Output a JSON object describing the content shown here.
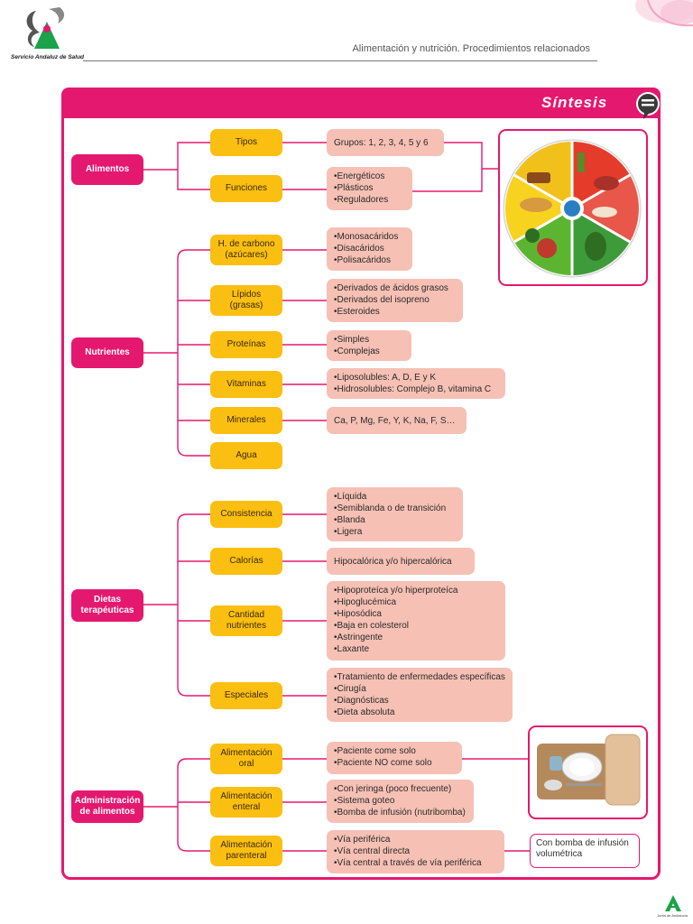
{
  "header": {
    "org_name": "Servicio Andaluz de Salud",
    "doc_title": "Alimentación y nutrición. Procedimientos relacionados"
  },
  "section_title": "Síntesis",
  "categories": {
    "alimentos": "Alimentos",
    "nutrientes": "Nutrientes",
    "dietas": [
      "Dietas",
      "terapéuticas"
    ],
    "administracion": [
      "Administración",
      "de alimentos"
    ]
  },
  "sub": {
    "tipos": "Tipos",
    "funciones": "Funciones",
    "hcarbono": [
      "H. de carbono",
      "(azúcares)"
    ],
    "lipidos": [
      "Lípidos",
      "(grasas)"
    ],
    "proteinas": "Proteínas",
    "vitaminas": "Vitaminas",
    "minerales": "Minerales",
    "agua": "Agua",
    "consistencia": "Consistencia",
    "calorias": "Calorías",
    "cantidad": [
      "Cantidad",
      "nutrientes"
    ],
    "especiales": "Especiales",
    "oral": [
      "Alimentación",
      "oral"
    ],
    "enteral": [
      "Alimentación",
      "enteral"
    ],
    "parenteral": [
      "Alimentación",
      "parenteral"
    ]
  },
  "details": {
    "tipos": "Grupos: 1, 2, 3, 4, 5 y 6",
    "funciones": [
      "Energéticos",
      "Plásticos",
      "Reguladores"
    ],
    "hcarbono": [
      "Monosacáridos",
      "Disacáridos",
      "Polisacáridos"
    ],
    "lipidos": [
      "Derivados de ácidos grasos",
      "Derivados del isopreno",
      "Esteroides"
    ],
    "proteinas": [
      "Simples",
      "Complejas"
    ],
    "vitaminas": [
      "Liposolubles: A, D, E y K",
      "Hidrosolubles: Complejo B, vitamina C"
    ],
    "minerales": "Ca, P, Mg, Fe, Y, K, Na, F, S…",
    "consistencia": [
      "Líquida",
      "Semiblanda o de transición",
      "Blanda",
      "Ligera"
    ],
    "calorias": "Hipocalórica y/o hipercalórica",
    "cantidad": [
      "Hipoproteíca y/o hiperproteíca",
      "Hipoglucémica",
      "Hiposódica",
      "Baja en colesterol",
      "Astringente",
      "Laxante"
    ],
    "especiales": [
      "Tratamiento de enfermedades específicas",
      "Cirugía",
      "Diagnósticas",
      "Dieta absoluta"
    ],
    "oral": [
      "Paciente come solo",
      "Paciente NO come solo"
    ],
    "enteral": [
      "Con jeringa (poco frecuente)",
      "Sistema goteo",
      "Bomba de infusión (nutribomba)"
    ],
    "parenteral": [
      "Vía periférica",
      "Vía central directa",
      "Vía central a través de vía periférica"
    ]
  },
  "note_bomba": "Con bomba de infusión volumétrica",
  "footer": "Junta de Andalucía",
  "colors": {
    "magenta": "#e5186f",
    "yellow": "#fbbf12",
    "pink": "#f6c0b4"
  }
}
